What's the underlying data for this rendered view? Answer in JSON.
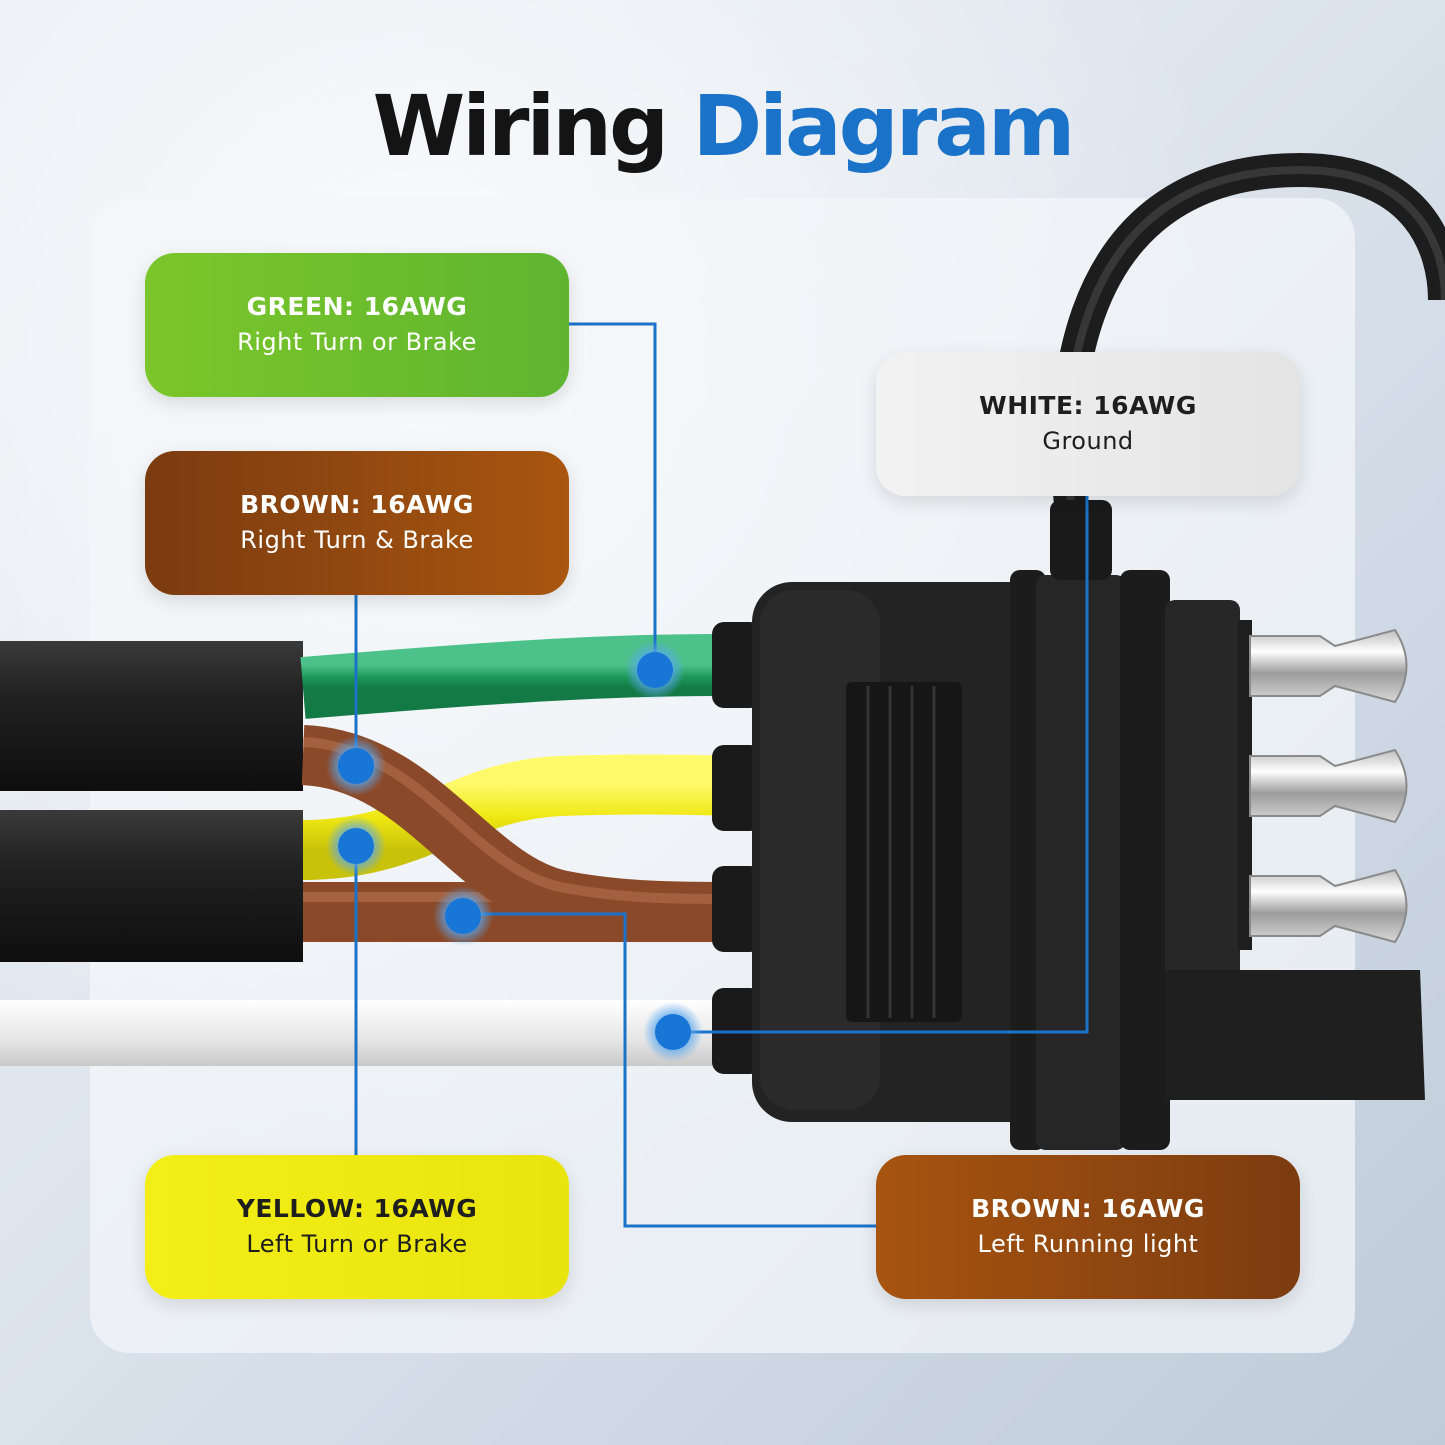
{
  "title": {
    "word1": "Wiring",
    "word2": "Diagram"
  },
  "colors": {
    "accent": "#1b73c9",
    "green": "#2f9e5e",
    "brown": "#8a4a2a",
    "yellow": "#e9e60f",
    "white": "#f2f2f2",
    "connector": "#1c1c1c"
  },
  "labels": [
    {
      "id": "green",
      "spec": "GREEN: 16AWG",
      "function": "Right Turn or Brake"
    },
    {
      "id": "brown-right",
      "spec": "BROWN: 16AWG",
      "function": "Right Turn & Brake"
    },
    {
      "id": "white",
      "spec": "WHITE: 16AWG",
      "function": "Ground"
    },
    {
      "id": "yellow",
      "spec": "YELLOW: 16AWG",
      "function": "Left Turn or Brake"
    },
    {
      "id": "brown-left",
      "spec": "BROWN: 16AWG",
      "function": "Left Running light"
    }
  ]
}
